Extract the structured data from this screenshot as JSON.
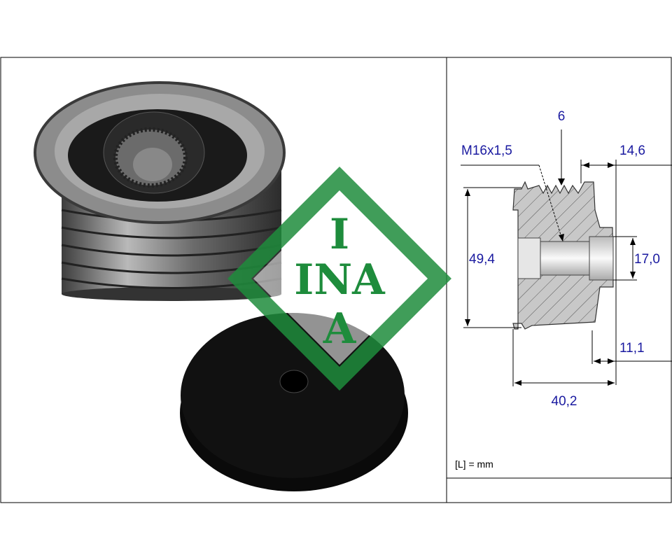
{
  "logo": {
    "text_top": "I",
    "text_mid": "INA",
    "text_bottom": "A",
    "color": "#1e8c3c"
  },
  "dimensions": {
    "thread": "M16x1,5",
    "grooves": "6",
    "offset_top": "14,6",
    "outer_diameter": "49,4",
    "bore": "17,0",
    "offset_bottom": "11,1",
    "total_width": "40,2"
  },
  "units_label": "[L] = mm",
  "colors": {
    "dimension_text": "#1a1aa0",
    "frame": "#000000"
  }
}
